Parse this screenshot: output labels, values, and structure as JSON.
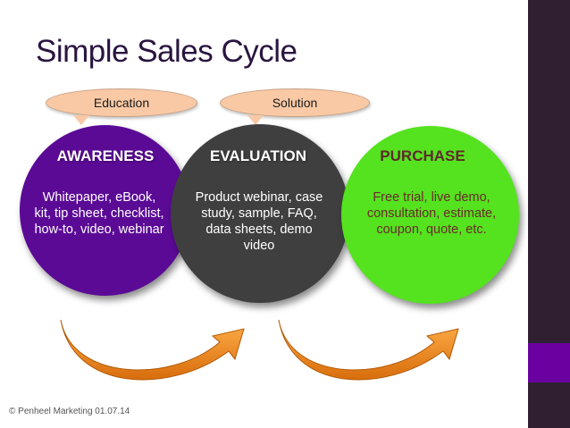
{
  "slide": {
    "title": "Simple Sales Cycle",
    "footer": "© Penheel Marketing 01.07.14"
  },
  "bubbles": {
    "education": "Education",
    "solution": "Solution"
  },
  "stages": {
    "awareness": {
      "title": "AWARENESS",
      "body": [
        "Whitepaper, eBook,",
        "kit, tip sheet, checklist,",
        "how-to, video, webinar"
      ]
    },
    "evaluation": {
      "title": "EVALUATION",
      "body": [
        "Product webinar, case",
        "study, sample, FAQ,",
        "data sheets, demo",
        "video"
      ]
    },
    "purchase": {
      "title": "PURCHASE",
      "body": [
        "Free trial, live demo,",
        "consultation, estimate,",
        "coupon, quote, etc."
      ]
    }
  },
  "colors": {
    "awareness": "#5b0a96",
    "evaluation": "#3f3f3f",
    "purchase": "#55e21f",
    "bubble": "#f9c9a6",
    "arrow": "#f28a1c",
    "sidebar": "#2f1f31",
    "sidebar_accent": "#6a00a0"
  }
}
